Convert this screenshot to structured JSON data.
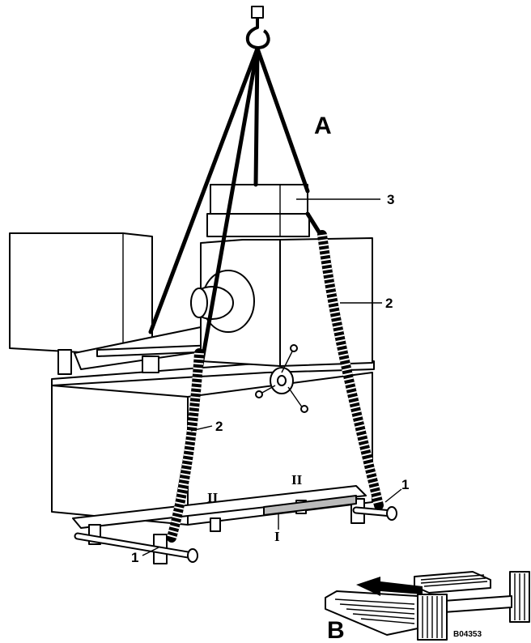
{
  "view_labels": {
    "main": "A",
    "detail": "B"
  },
  "callouts": {
    "item_1_right": "1",
    "item_1_left": "1",
    "item_2_right": "2",
    "item_2_left": "2",
    "item_3": "3"
  },
  "position_marks": {
    "mark_I": "I",
    "mark_II_left": "II",
    "mark_II_right": "II"
  },
  "drawing_code": "B04353"
}
